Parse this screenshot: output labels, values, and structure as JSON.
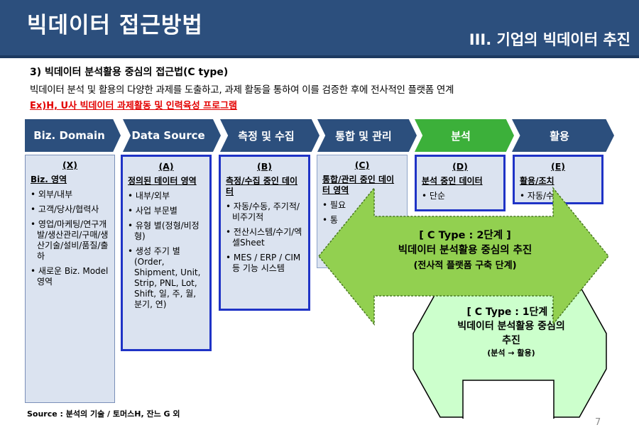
{
  "header": {
    "title": "빅데이터 접근방법",
    "section": "III. 기업의 빅데이터 추진"
  },
  "section": {
    "title": "3) 빅데이터 분석활용 중심의 접근법(C type)",
    "description": "빅데이터 분석 및 활용의 다양한 과제를 도출하고, 과제 활동을 통하여 이를 검증한 후에 전사적인 플랫폼 연계",
    "example": "Ex)H, U사 빅데이터 과제활동 및 인력육성 프로그램"
  },
  "stages": [
    {
      "label": "Biz. Domain",
      "color": "#2c4f7d"
    },
    {
      "label": "Data Source",
      "color": "#2c4f7d"
    },
    {
      "label": "측정 및 수집",
      "color": "#2c4f7d"
    },
    {
      "label": "통합 및 관리",
      "color": "#2c4f7d"
    },
    {
      "label": "분석",
      "color": "#3cb03a"
    },
    {
      "label": "활용",
      "color": "#2c4f7d"
    }
  ],
  "columns": {
    "x": {
      "head": "(X)",
      "sub": "Biz. 영역",
      "items": [
        "외부/내부",
        "고객/당사/협력사",
        "영업/마케팅/연구개발/생산관리/구매/생산기술/설비/품질/출하",
        "새로운 Biz. Model 영역"
      ]
    },
    "a": {
      "head": "(A)",
      "sub": "정의된 데이터 영역",
      "items": [
        "내부/외부",
        "사업 부문별",
        "유형 별(정형/비정형)",
        "생성 주기 별(Order, Shipment, Unit, Strip, PNL, Lot, Shift, 일, 주, 월, 분기, 연)"
      ]
    },
    "b": {
      "head": "(B)",
      "sub": "측정/수집 중인 데이터",
      "items": [
        "자동/수동, 주기적/비주기적",
        "전산시스템/수기/엑셀Sheet",
        "MES / ERP / CIM 등 기능 시스템"
      ]
    },
    "c": {
      "head": "(C)",
      "sub": "통합/관리 중인 데이터 영역",
      "items": [
        "필요",
        "통"
      ]
    },
    "d": {
      "head": "(D)",
      "sub": "분석 중인 데이터",
      "items": [
        "단순"
      ]
    },
    "e": {
      "head": "(E)",
      "sub": "활용/조치",
      "items": [
        "자동/수"
      ]
    }
  },
  "type2": {
    "line1": "[ C Type : 2단계 ]",
    "line2": "빅데이터 분석활용 중심의 추진",
    "line3": "(전사적 플랫폼 구축 단계)",
    "color": "#92d050"
  },
  "type1": {
    "line1": "[ C Type : 1단계 ]",
    "line2": "빅데이터 분석활용 중심의",
    "line3": "추진",
    "note": "(분석 → 활용)",
    "color": "#ccffcc"
  },
  "source": "Source : 분석의 기술 / 토머스H, 잔느 G 외",
  "page_number": "7"
}
